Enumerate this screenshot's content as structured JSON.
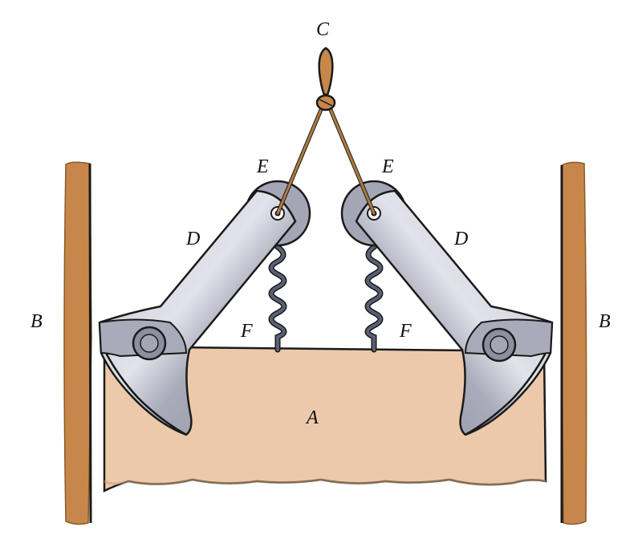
{
  "labels": {
    "block": "A",
    "wall_left": "B",
    "wall_right": "B",
    "ring": "C",
    "pin_left": "E",
    "pin_right": "E",
    "lever_left": "D",
    "lever_right": "D",
    "spring_left": "F",
    "spring_right": "F"
  },
  "colors": {
    "wall": "#c8874a",
    "wall_edge": "#1a1a1a",
    "block": "#ebc9aa",
    "block_shadow": "#c9a47f",
    "metal": "#a4a6b5",
    "metal_light": "#d8d9e2",
    "metal_dark": "#7d7f90",
    "spring": "#4d5266",
    "rope": "#b07a3f",
    "outline": "#1a1a1a"
  }
}
